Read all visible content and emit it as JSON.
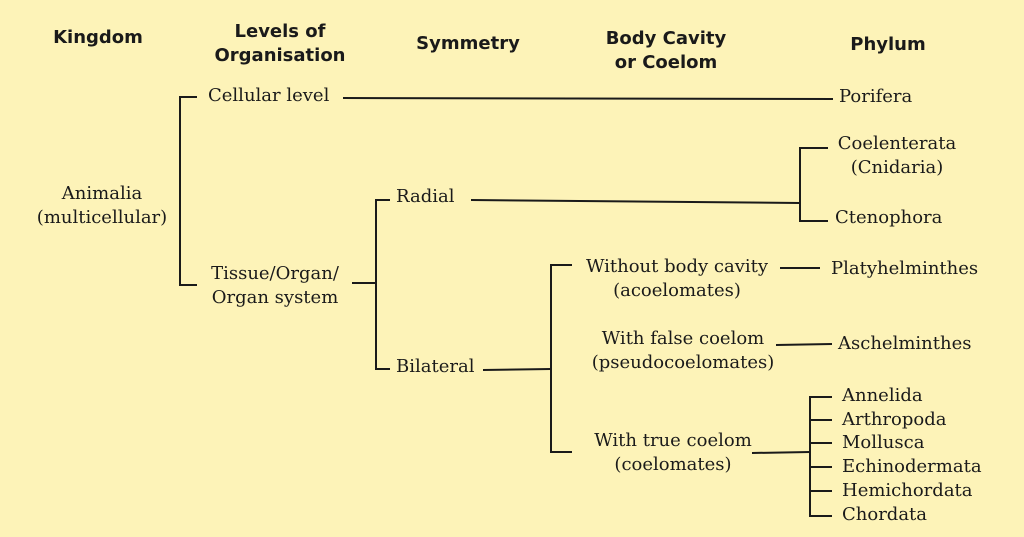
{
  "colors": {
    "background": "#fdf3b8",
    "line": "#1a1a1a",
    "text": "#1a1a1a"
  },
  "headers": {
    "kingdom": "Kingdom",
    "levels": [
      "Levels of",
      "Organisation"
    ],
    "symmetry": "Symmetry",
    "body_cavity": [
      "Body Cavity",
      "or Coelom"
    ],
    "phylum": "Phylum"
  },
  "kingdom": [
    "Animalia",
    "(multicellular)"
  ],
  "levels": {
    "cellular": "Cellular level",
    "tissue": [
      "Tissue/Organ/",
      "Organ system"
    ]
  },
  "symmetry": {
    "radial": "Radial",
    "bilateral": "Bilateral"
  },
  "body_cavity": {
    "acoelomates": [
      "Without body cavity",
      "(acoelomates)"
    ],
    "pseudocoelomates": [
      "With false coelom",
      "(pseudocoelomates)"
    ],
    "coelomates": [
      "With true coelom",
      "(coelomates)"
    ]
  },
  "phyla": {
    "porifera": "Porifera",
    "coelenterata": [
      "Coelenterata",
      "(Cnidaria)"
    ],
    "ctenophora": "Ctenophora",
    "platyhelminthes": "Platyhelminthes",
    "aschelminthes": "Aschelminthes",
    "annelida": "Annelida",
    "arthropoda": "Arthropoda",
    "mollusca": "Mollusca",
    "echinodermata": "Echinodermata",
    "hemichordata": "Hemichordata",
    "chordata": "Chordata"
  }
}
